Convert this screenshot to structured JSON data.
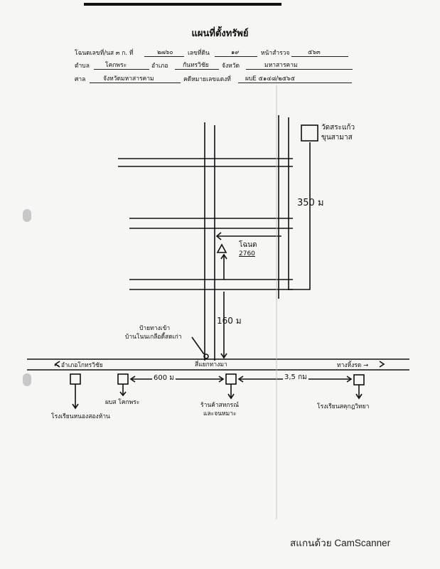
{
  "document": {
    "title": "แผนที่ตั้งทรัพย์",
    "row1": {
      "deed_label": "โฉนดเลขที่/นส ๓ ก. ที่",
      "deed_value": "๒๗๖๐",
      "land_no_label": "เลขที่ดิน",
      "land_no_value": "๑๙",
      "survey_page_label": "หน้าสำรวจ",
      "survey_page_value": "๕๖๓"
    },
    "row2": {
      "subdistrict_label": "ตำบล",
      "subdistrict_value": "โคกพระ",
      "district_label": "อำเภอ",
      "district_value": "กันทรวิชัย",
      "province_label": "จังหวัด",
      "province_value": "มหาสารคาม"
    },
    "row3": {
      "court_label": "ศาล",
      "court_value": "จังหวัดมหาสารคาม",
      "case_label": "คดีหมายเลขแดงที่",
      "case_value": "ผบE ๕๑๔๘/๒๕๖๕"
    }
  },
  "map": {
    "temple_label_1": "วัดสระแก้ว",
    "temple_label_2": "ขุนสามาส",
    "distance_350": "350 ม",
    "deed_mark_label": "โฉนด",
    "deed_mark_number": "2760",
    "distance_160": "160 ม",
    "village_label_1": "ป้ายทางเข้า",
    "village_label_2": "บ้านโนนเกลือดี้สดเก่า",
    "road_left": "← อำเภอโกทรวิชัย",
    "junction": "สี่แยกทางมา",
    "road_right": "ทางหิ้งรด →",
    "distance_600": "600 ม",
    "distance_3_5": "3,5 กม",
    "place_school_left": "โรงเรียนหนองสองห้าน",
    "place_health": "ผบส โคกพระ",
    "place_center_1": "ร้านค้าสหกรณ์",
    "place_center_2": "และจนหมาะ",
    "place_school_right": "โรงเรียนสคุกฎวิทยา"
  },
  "footer": {
    "scanner": "สแกนด้วย CamScanner"
  }
}
